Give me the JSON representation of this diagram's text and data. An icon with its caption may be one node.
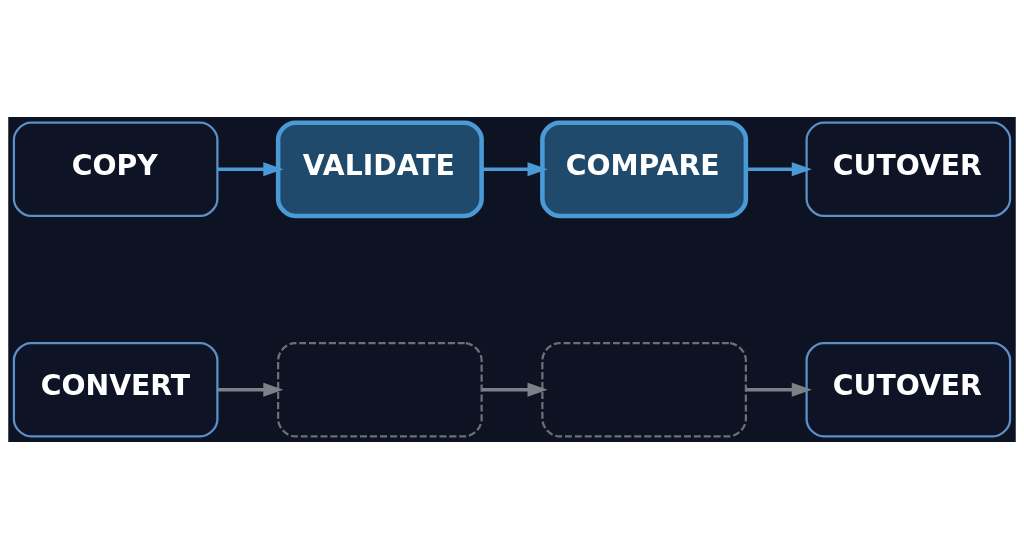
{
  "diagram": {
    "nodes": [
      {
        "text": [
          "COPY"
        ]
      },
      {
        "text": [
          "VALIDATE"
        ]
      },
      {
        "text": [
          "COMPARE"
        ]
      },
      {
        "text": [
          "CUTOVER"
        ]
      },
      {
        "text": [
          "CONVERT"
        ]
      },
      {
        "text": [],
        "shape": "box"
      },
      {
        "text": [],
        "shape": "box"
      },
      {
        "text": [
          "CUTOVER"
        ]
      }
    ],
    "edges": [
      {
        "from": 0,
        "to": 1,
        "arrow": "to"
      },
      {
        "from": 1,
        "to": 2,
        "arrow": "to"
      },
      {
        "from": 2,
        "to": 3,
        "arrow": "to"
      },
      {
        "from": 4,
        "to": 5,
        "arrow": "to",
        "color": "#7d8088"
      },
      {
        "from": 5,
        "to": 6,
        "arrow": "to",
        "color": "#7d8088"
      },
      {
        "from": 6,
        "to": 7,
        "arrow": "to",
        "color": "#7d8088"
      }
    ]
  }
}
